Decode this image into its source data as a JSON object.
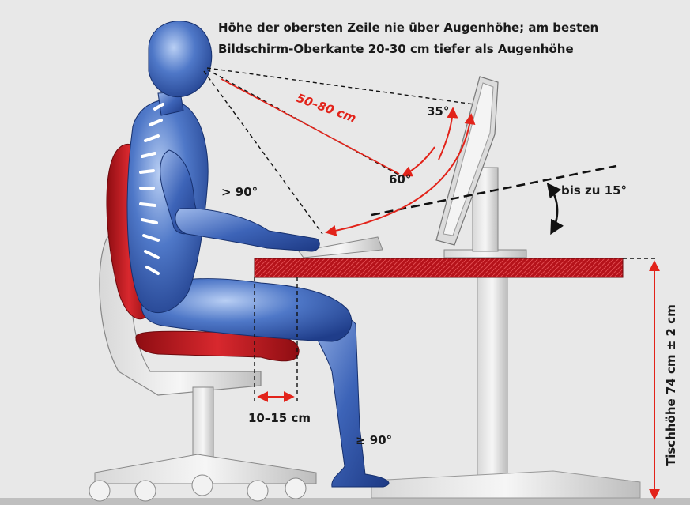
{
  "heading": {
    "line1": "Höhe der obersten Zeile nie über Augenhöhe; am besten",
    "line2": "Bildschirm-Oberkante 20-30 cm tiefer als Augenhöhe"
  },
  "labels": {
    "viewing_distance": "50–80 cm",
    "angle_35": "35°",
    "angle_60": "60°",
    "elbow_angle": "> 90°",
    "tilt": "bis zu 15°",
    "knee_clearance": "10–15 cm",
    "knee_angle": "≥ 90°",
    "table_height": "Tischhöhe 74 cm ± 2 cm"
  },
  "colors": {
    "accent_red": "#e2231a",
    "body_blue": "#3a5fb0",
    "cushion_red": "#c8141c",
    "background": "#e8e8e8"
  }
}
